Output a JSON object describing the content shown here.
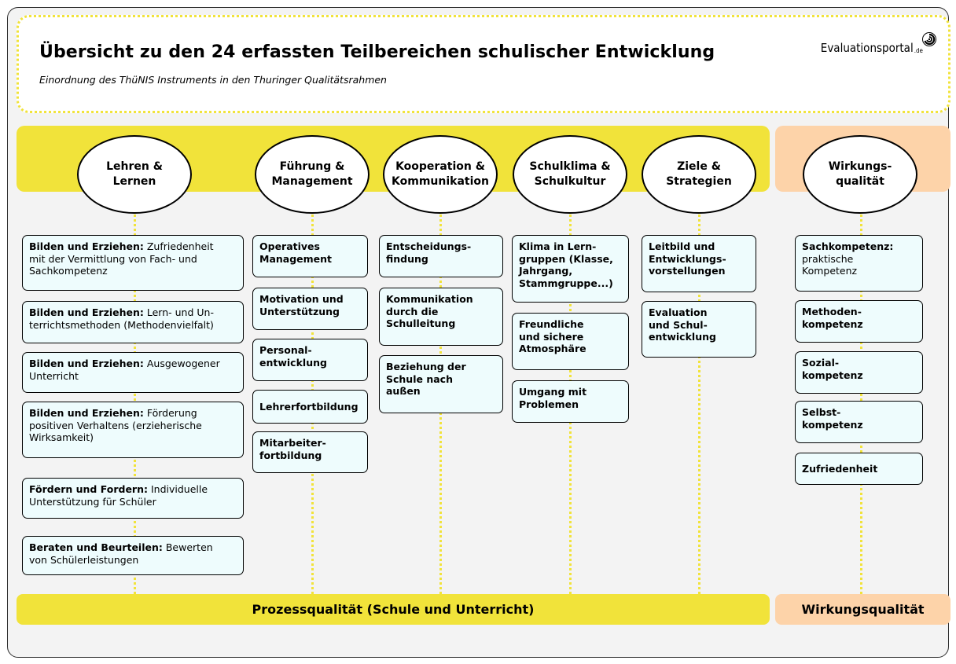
{
  "header": {
    "title": "Übersicht zu den 24 erfassten Teilbereichen schulischer Entwicklung",
    "subtitle": "Einordnung des ThüNIS Instruments in den Thuringer Qualitätsrahmen",
    "logo_text": "Evaluationsportal",
    "logo_suffix": ".de"
  },
  "categories": [
    {
      "label": "Lehren &\nLernen"
    },
    {
      "label": "Führung &\nManagement"
    },
    {
      "label": "Kooperation &\nKommunikation"
    },
    {
      "label": "Schulklima &\nSchulkultur"
    },
    {
      "label": "Ziele &\nStrategien"
    },
    {
      "label": "Wirkungs-\nqualität"
    }
  ],
  "columns": {
    "lehren": [
      {
        "bold": "Bilden und Erziehen:",
        "text": " Zufriedenheit\nmit der Vermittlung von Fach- und\nSachkompetenz"
      },
      {
        "bold": "Bilden und Erziehen:",
        "text": " Lern- und Un-\nterrichtsmethoden (Methodenvielfalt)"
      },
      {
        "bold": "Bilden und Erziehen:",
        "text": " Ausgewogener\nUnterricht"
      },
      {
        "bold": "Bilden und Erziehen:",
        "text": " Förderung\npositiven Verhaltens (erzieherische\nWirksamkeit)"
      },
      {
        "bold": "Fördern und Fordern:",
        "text": " Individuelle\nUnterstützung für Schüler"
      },
      {
        "bold": "Beraten und Beurteilen:",
        "text": " Bewerten\nvon Schülerleistungen"
      }
    ],
    "fuehrung": [
      {
        "bold": "Operatives\nManagement",
        "text": ""
      },
      {
        "bold": "Motivation und\nUnterstützung",
        "text": ""
      },
      {
        "bold": "Personal-\nentwicklung",
        "text": ""
      },
      {
        "bold": "Lehrerfortbildung",
        "text": ""
      },
      {
        "bold": "Mitarbeiter-\nfortbildung",
        "text": ""
      }
    ],
    "kooperation": [
      {
        "bold": "Entscheidungs-\nfindung",
        "text": ""
      },
      {
        "bold": "Kommunikation\ndurch die\nSchulleitung",
        "text": ""
      },
      {
        "bold": "Beziehung der\nSchule nach\naußen",
        "text": ""
      }
    ],
    "schulklima": [
      {
        "bold": "Klima in Lern-\ngruppen (Klasse,\nJahrgang,\nStammgruppe...)",
        "text": ""
      },
      {
        "bold": "Freundliche\nund sichere\nAtmosphäre",
        "text": ""
      },
      {
        "bold": "Umgang mit\nProblemen",
        "text": ""
      }
    ],
    "ziele": [
      {
        "bold": "Leitbild und\nEntwicklungs-\nvorstellungen",
        "text": ""
      },
      {
        "bold": "Evaluation\nund Schul-\nentwicklung",
        "text": ""
      }
    ],
    "wirkung": [
      {
        "bold": "Sachkompetenz:",
        "text": "\npraktische\nKompetenz"
      },
      {
        "bold": "Methoden-\nkompetenz",
        "text": ""
      },
      {
        "bold": "Sozial-\nkompetenz",
        "text": ""
      },
      {
        "bold": "Selbst-\nkompetenz",
        "text": ""
      },
      {
        "bold": "Zufriedenheit",
        "text": ""
      }
    ]
  },
  "footer": {
    "process": "Prozessqualität (Schule und Unterricht)",
    "impact": "Wirkungsqualität"
  },
  "colors": {
    "yellow": "#f1e33a",
    "peach": "#fdd3a9",
    "box_fill": "#eefcfd"
  }
}
